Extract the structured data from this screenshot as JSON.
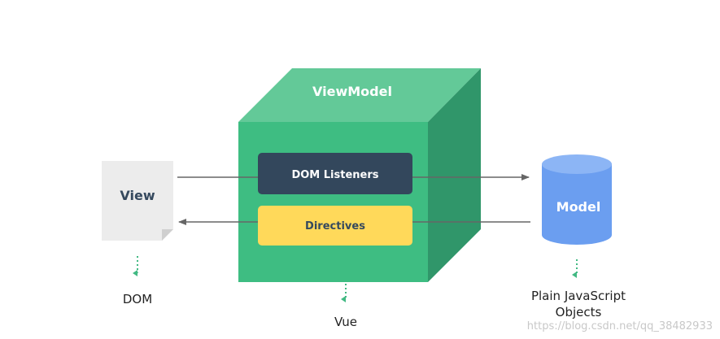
{
  "diagram": {
    "viewmodel_label": "ViewModel",
    "view_label": "View",
    "model_label": "Model",
    "dom_listeners_label": "DOM Listeners",
    "directives_label": "Directives",
    "dom_caption": "DOM",
    "vue_caption": "Vue",
    "plain_js_caption_line1": "Plain JavaScript",
    "plain_js_caption_line2": "Objects",
    "watermark": "https://blog.csdn.net/qq_38482933"
  },
  "colors": {
    "cube_front": "#3ebd82",
    "cube_top": "#63c998",
    "cube_side": "#30966a",
    "dom_listeners_box": "#33475c",
    "directives_box": "#ffd95a",
    "model_cylinder": "#6b9ef0",
    "model_cylinder_top": "#8cb5f5",
    "view_page": "#ececec",
    "view_text": "#35495e",
    "arrow": "#666666",
    "dotted_arrow": "#42b983"
  }
}
